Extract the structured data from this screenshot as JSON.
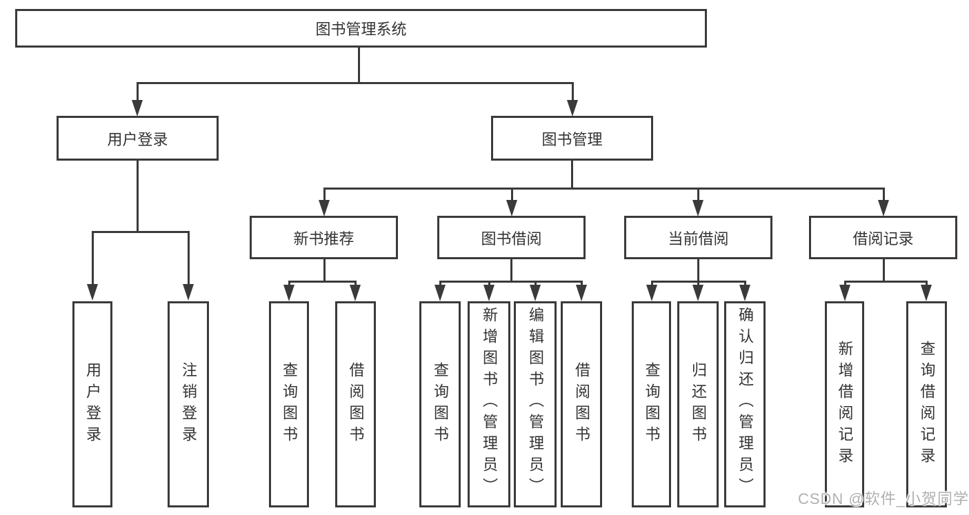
{
  "diagram": {
    "colors": {
      "line": "#3a3a3a",
      "box_fill": "#ffffff",
      "text": "#333333",
      "watermark_text": "#b0b0b0",
      "background": "#ffffff"
    },
    "root": {
      "label": "图书管理系统"
    },
    "branches": [
      {
        "label": "用户登录",
        "children": [
          {
            "label": "用户登录"
          },
          {
            "label": "注销登录"
          }
        ]
      },
      {
        "label": "图书管理",
        "children": [
          {
            "label": "新书推荐",
            "children": [
              {
                "label": "查询图书"
              },
              {
                "label": "借阅图书"
              }
            ]
          },
          {
            "label": "图书借阅",
            "children": [
              {
                "label": "查询图书"
              },
              {
                "label": "新增图书（管理员）"
              },
              {
                "label": "编辑图书（管理员）"
              },
              {
                "label": "借阅图书"
              }
            ]
          },
          {
            "label": "当前借阅",
            "children": [
              {
                "label": "查询图书"
              },
              {
                "label": "归还图书"
              },
              {
                "label": "确认归还（管理员）"
              }
            ]
          },
          {
            "label": "借阅记录",
            "children": [
              {
                "label": "新增借阅记录"
              },
              {
                "label": "查询借阅记录"
              }
            ]
          }
        ]
      }
    ],
    "watermark": "CSDN @软件_小贺同学"
  }
}
